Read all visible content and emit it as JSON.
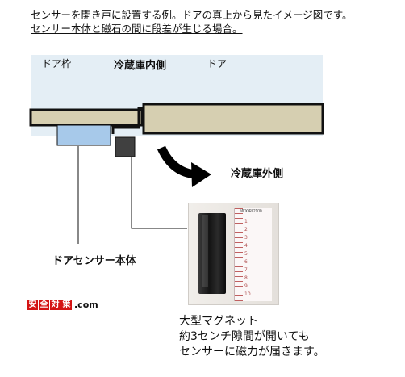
{
  "caption": {
    "line1": "センサーを開き戸に設置する例。ドアの真上から見たイメージ図です。",
    "line2": "センサー本体と磁石の間に段差が生じる場合。"
  },
  "labels": {
    "door_frame": "ドア枠",
    "fridge_inside": "冷蔵庫内側",
    "door": "ドア",
    "fridge_outside": "冷蔵庫外側",
    "sensor_body": "ドアセンサー本体"
  },
  "logo": {
    "chars": [
      "安",
      "全",
      "対",
      "策"
    ],
    "suffix": ".com"
  },
  "ruler_header": "MIDORI 2100",
  "ruler_numbers": [
    "1",
    "2",
    "3",
    "4",
    "5",
    "6",
    "7",
    "8",
    "9",
    "10"
  ],
  "description": [
    "大型マグネット",
    "約3センチ隙間が開いても",
    "センサーに磁力が届きます。"
  ],
  "colors": {
    "inside_area": "#e4eef5",
    "wood": "#d6cfb1",
    "sensor": "#a7c9ea",
    "magnet": "#404040",
    "logo": "#d41313"
  }
}
